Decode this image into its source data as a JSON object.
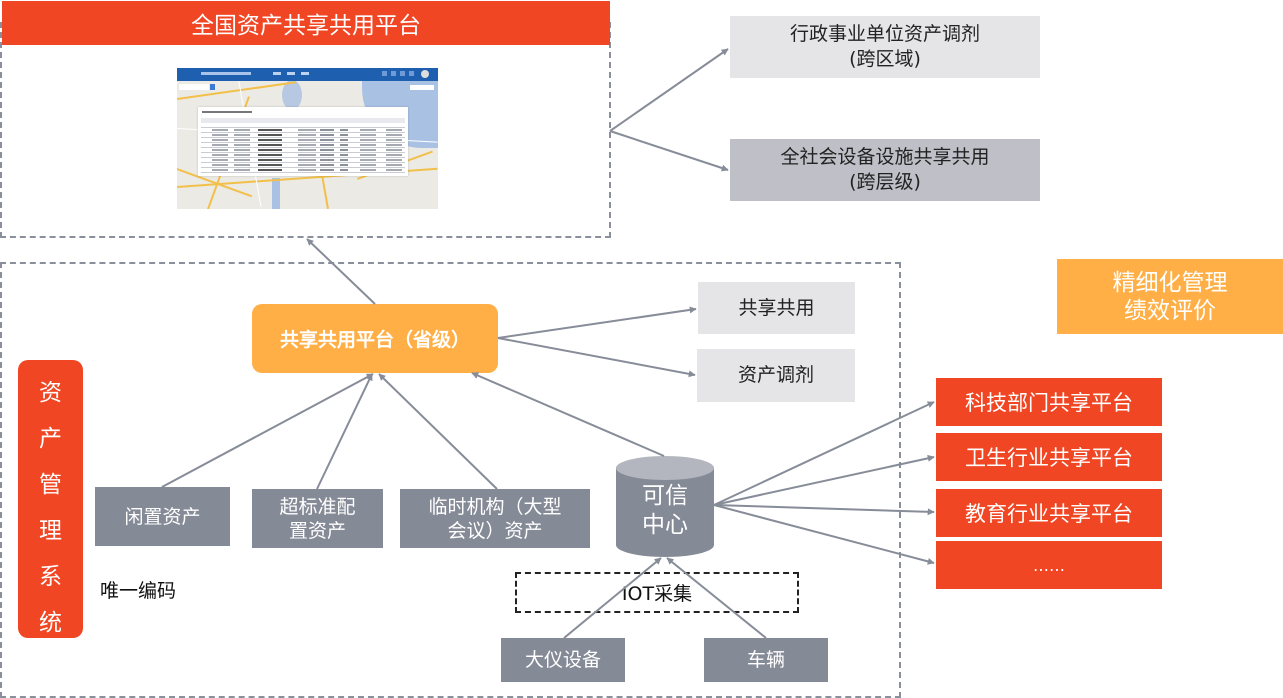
{
  "colors": {
    "red": "#f04623",
    "orange": "#ffaf45",
    "gray_box": "#858a97",
    "light_box": "#e5e4e7",
    "mid_box": "#bfc0c7",
    "connector": "#878c99",
    "dashed_border": "#8a8f9c"
  },
  "national_platform": {
    "title": "全国资产共享共用平台",
    "screenshot_icon": "platform-map-screenshot"
  },
  "national_outputs": [
    {
      "line1": "行政事业单位资产调剂",
      "line2": "(跨区域)"
    },
    {
      "line1": "全社会设备设施共享共用",
      "line2": "(跨层级)"
    }
  ],
  "refined_management": {
    "line1": "精细化管理",
    "line2": "绩效评价"
  },
  "provincial_platform": {
    "label": "共享共用平台（省级）"
  },
  "provincial_outputs": [
    "共享共用",
    "资产调剂"
  ],
  "asset_system": {
    "label_chars": [
      "资",
      "产",
      "管",
      "理",
      "系",
      "统"
    ]
  },
  "asset_sources": [
    {
      "line1": "闲置资产",
      "line2": ""
    },
    {
      "line1": "超标准配",
      "line2": "置资产"
    },
    {
      "line1": "临时机构（大型",
      "line2": "会议）资产"
    }
  ],
  "unique_code_label": "唯一编码",
  "trust_center": {
    "line1": "可信",
    "line2": "中心"
  },
  "iot": {
    "label": "IOT采集"
  },
  "iot_sources": [
    "大仪设备",
    "车辆"
  ],
  "industry_platforms": [
    "科技部门共享平台",
    "卫生行业共享平台",
    "教育行业共享平台",
    "……"
  ]
}
